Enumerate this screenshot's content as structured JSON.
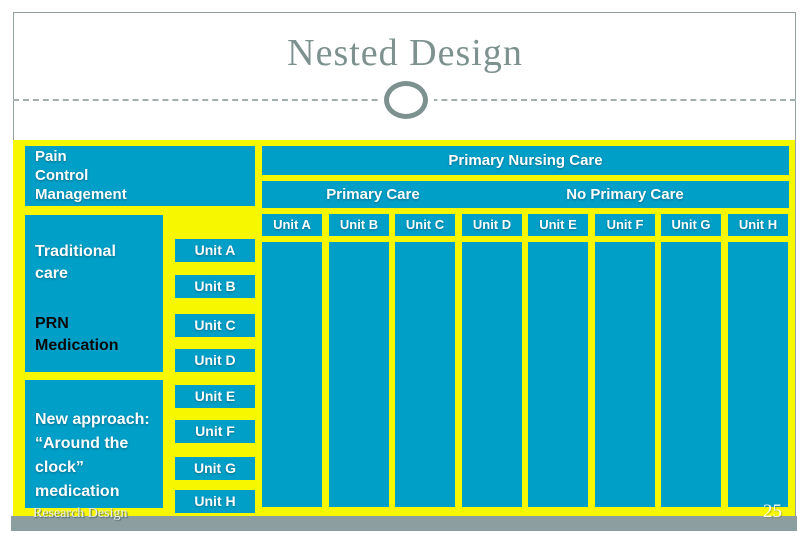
{
  "slide": {
    "title": "Nested Design",
    "footer_label": "Research Design",
    "page_number": "25"
  },
  "table": {
    "row_factor": {
      "lines": [
        "Pain",
        "Control",
        "Management"
      ]
    },
    "top_header": "Primary Nursing Care",
    "sub_headers": [
      "Primary Care",
      "No Primary Care"
    ],
    "unit_headers": [
      "Unit A",
      "Unit B",
      "Unit C",
      "Unit D",
      "Unit E",
      "Unit F",
      "Unit G",
      "Unit H"
    ],
    "sections": [
      {
        "treatments": [
          {
            "lines": [
              "Traditional",
              "care"
            ],
            "style": "light"
          },
          {
            "lines": [
              "PRN",
              "Medication"
            ],
            "style": "dark"
          }
        ],
        "units": [
          "Unit A",
          "Unit B",
          "Unit C",
          "Unit D"
        ]
      },
      {
        "treatments": [
          {
            "lines": [
              "New approach:",
              "“Around the",
              "clock”",
              "medication"
            ],
            "style": "light"
          }
        ],
        "units": [
          "Unit E",
          "Unit F",
          "Unit G",
          "Unit H"
        ]
      }
    ]
  },
  "colors": {
    "cell_fill": "#009FC7",
    "grid_yellow": "#F7F800",
    "footer_bar": "#8C9E9F",
    "title_text": "#7D918F",
    "cell_text_light": "#FFFFFF",
    "cell_text_dark": "#0A0A0A"
  }
}
